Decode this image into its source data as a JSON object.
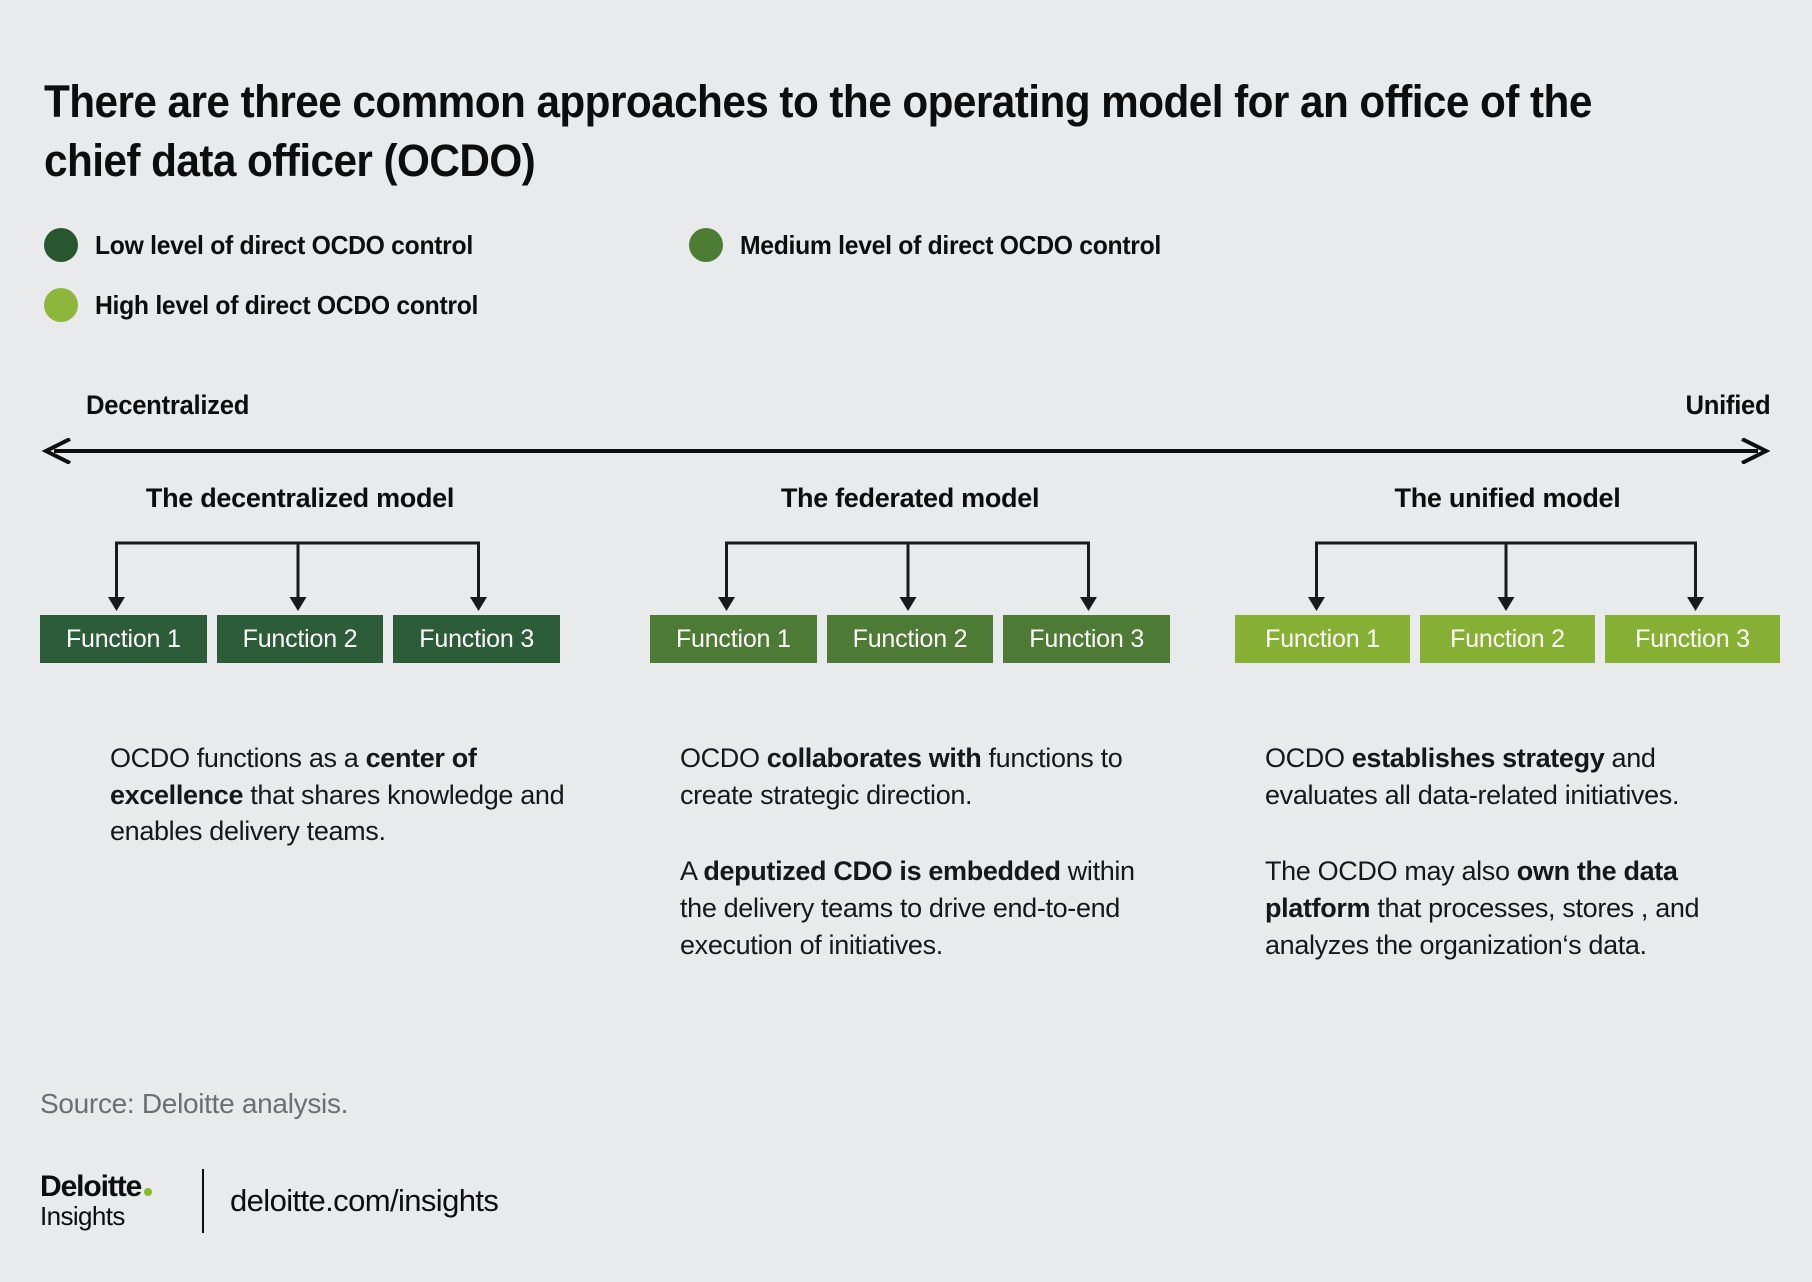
{
  "title": "There are three common approaches to the operating model for an office of the chief data officer (OCDO)",
  "legend": {
    "items": [
      {
        "label": "Low level of direct OCDO control",
        "color": "#27562f"
      },
      {
        "label": "Medium level of direct OCDO control",
        "color": "#4c7d32"
      },
      {
        "label": "High level of direct OCDO control",
        "color": "#8cb63c"
      }
    ]
  },
  "spectrum": {
    "left_label": "Decentralized",
    "right_label": "Unified"
  },
  "models": [
    {
      "title": "The decentralized model",
      "shade": "dark",
      "color": "#2c5c38",
      "functions": [
        "Function 1",
        "Function 2",
        "Function 3"
      ]
    },
    {
      "title": "The federated model",
      "shade": "medium",
      "color": "#4d7a34",
      "functions": [
        "Function 1",
        "Function 2",
        "Function 3"
      ]
    },
    {
      "title": "The unified model",
      "shade": "light",
      "color": "#86b033",
      "functions": [
        "Function 1",
        "Function 2",
        "Function 3"
      ]
    }
  ],
  "descriptions": {
    "col1": [
      [
        {
          "t": "OCDO functions as a ",
          "b": false
        },
        {
          "t": "center of excellence",
          "b": true
        },
        {
          "t": " that shares knowledge and enables delivery teams.",
          "b": false
        }
      ]
    ],
    "col2": [
      [
        {
          "t": "OCDO ",
          "b": false
        },
        {
          "t": "collaborates with",
          "b": true
        },
        {
          "t": " functions to create strategic direction.",
          "b": false
        }
      ],
      [
        {
          "t": "A ",
          "b": false
        },
        {
          "t": "deputized CDO is embedded",
          "b": true
        },
        {
          "t": " within the delivery teams to drive end-to-end execution of initiatives.",
          "b": false
        }
      ]
    ],
    "col3": [
      [
        {
          "t": "OCDO ",
          "b": false
        },
        {
          "t": "establishes strategy",
          "b": true
        },
        {
          "t": " and evaluates all data-related initiatives.",
          "b": false
        }
      ],
      [
        {
          "t": "The OCDO may also ",
          "b": false
        },
        {
          "t": "own the data platform",
          "b": true
        },
        {
          "t": " that processes, stores , and analyzes the organization‘s data.",
          "b": false
        }
      ]
    ]
  },
  "footer": {
    "source": "Source: Deloitte analysis.",
    "logo_main": "Deloitte",
    "logo_sub": "Insights",
    "site": "deloitte.com/insights",
    "accent_color": "#86bc25"
  }
}
